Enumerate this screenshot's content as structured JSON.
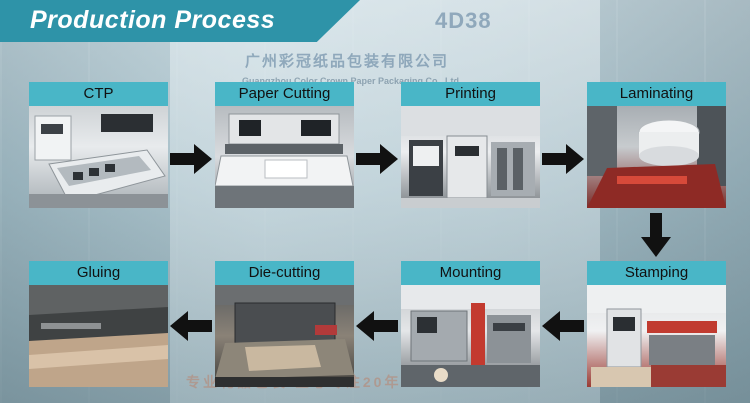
{
  "title": "Production Process",
  "background_text": {
    "booth": "4D38",
    "company_cn": "广州彩冠纸品包装有限公司",
    "company_en": "Guangzhou Color Crown Paper Packaging Co., Ltd.",
    "slogan_cn": "专业礼品包装  匠心专注20年"
  },
  "steps": [
    {
      "label": "CTP",
      "icon": "ctp-machine-photo"
    },
    {
      "label": "Paper Cutting",
      "icon": "paper-cutter-photo"
    },
    {
      "label": "Printing",
      "icon": "printing-press-photo"
    },
    {
      "label": "Laminating",
      "icon": "laminating-machine-photo"
    },
    {
      "label": "Stamping",
      "icon": "stamping-machine-photo"
    },
    {
      "label": "Mounting",
      "icon": "mounting-machine-photo"
    },
    {
      "label": "Die-cutting",
      "icon": "die-cutting-machine-photo"
    },
    {
      "label": "Gluing",
      "icon": "gluing-machine-photo"
    }
  ],
  "colors": {
    "banner": "#2e93a8",
    "label_bar": "#49b6c7",
    "arrow": "#111111"
  }
}
